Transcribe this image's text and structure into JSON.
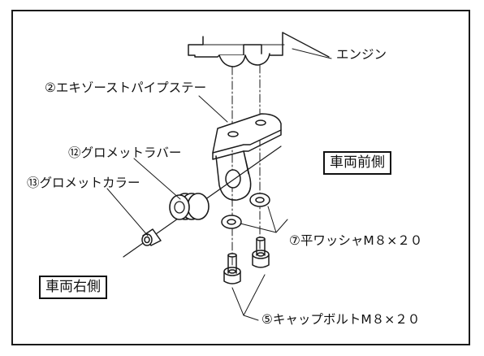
{
  "labels": {
    "engine": "エンジン",
    "exhaust_stay": "②エキゾーストパイプステー",
    "grommet_rubber": "⑫グロメットラバー",
    "grommet_collar": "⑬グロメットカラー",
    "flat_washer": "⑦平ワッシャM８×２０",
    "cap_bolt": "⑤キャップボルトM８×２０"
  },
  "side_labels": {
    "front": "車両前側",
    "right": "車両右側"
  },
  "colors": {
    "line": "#1a1a1a",
    "background": "#ffffff"
  }
}
